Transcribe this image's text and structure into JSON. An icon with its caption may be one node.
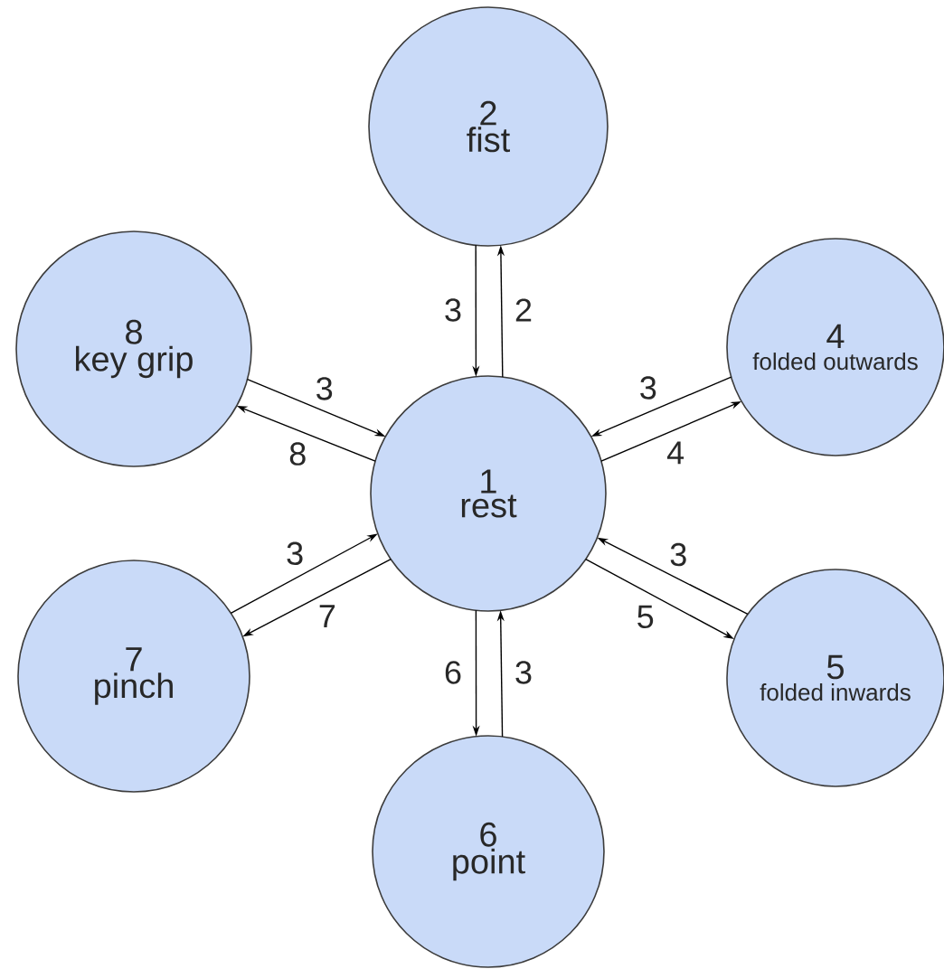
{
  "diagram": {
    "nodes": [
      {
        "text": [
          "2",
          "fist"
        ]
      },
      {
        "text": [
          "8",
          "key grip"
        ]
      },
      {
        "text": [
          "4",
          "folded outwards"
        ]
      },
      {
        "text": [
          "1",
          "rest"
        ]
      },
      {
        "text": [
          "7",
          "pinch"
        ]
      },
      {
        "text": [
          "5",
          "folded inwards"
        ]
      },
      {
        "text": [
          "6",
          "point"
        ]
      }
    ],
    "edges": [
      {
        "from": 0,
        "to": 3,
        "arrow": "to",
        "label": "3"
      },
      {
        "from": 3,
        "to": 0,
        "arrow": "to",
        "label": "2"
      },
      {
        "from": 1,
        "to": 3,
        "arrow": "to",
        "label": "3"
      },
      {
        "from": 3,
        "to": 1,
        "arrow": "to",
        "label": "8"
      },
      {
        "from": 2,
        "to": 3,
        "arrow": "to",
        "label": "3"
      },
      {
        "from": 3,
        "to": 2,
        "arrow": "to",
        "label": "4"
      },
      {
        "from": 4,
        "to": 3,
        "arrow": "to",
        "label": "3"
      },
      {
        "from": 3,
        "to": 4,
        "arrow": "to",
        "label": "7"
      },
      {
        "from": 5,
        "to": 3,
        "arrow": "to",
        "label": "3"
      },
      {
        "from": 3,
        "to": 5,
        "arrow": "to",
        "label": "5"
      },
      {
        "from": 3,
        "to": 6,
        "arrow": "to",
        "label": "6"
      },
      {
        "from": 6,
        "to": 3,
        "arrow": "to",
        "label": "3"
      }
    ]
  }
}
